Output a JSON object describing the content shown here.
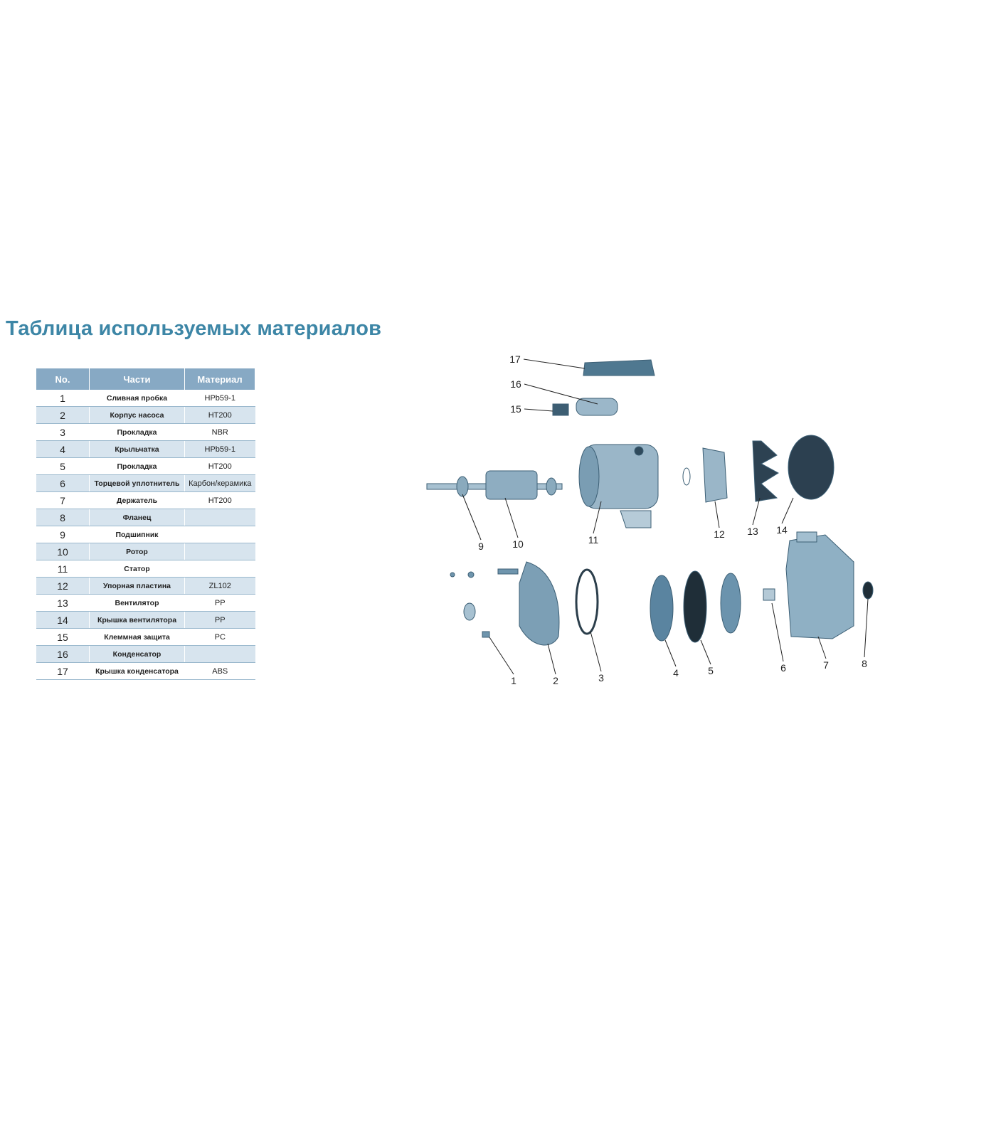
{
  "title": "Таблица используемых материалов",
  "table": {
    "headers": [
      "No.",
      "Части",
      "Материал"
    ],
    "rows": [
      {
        "no": "1",
        "part": "Сливная пробка",
        "material": "HPb59-1"
      },
      {
        "no": "2",
        "part": "Корпус насоса",
        "material": "HT200"
      },
      {
        "no": "3",
        "part": "Прокладка",
        "material": "NBR"
      },
      {
        "no": "4",
        "part": "Крыльчатка",
        "material": "HPb59-1"
      },
      {
        "no": "5",
        "part": "Прокладка",
        "material": "HT200"
      },
      {
        "no": "6",
        "part": "Торцевой уплотнитель",
        "material": "Карбон/керамика"
      },
      {
        "no": "7",
        "part": "Держатель",
        "material": "HT200"
      },
      {
        "no": "8",
        "part": "Фланец",
        "material": ""
      },
      {
        "no": "9",
        "part": "Подшипник",
        "material": ""
      },
      {
        "no": "10",
        "part": "Ротор",
        "material": ""
      },
      {
        "no": "11",
        "part": "Статор",
        "material": ""
      },
      {
        "no": "12",
        "part": "Упорная пластина",
        "material": "ZL102"
      },
      {
        "no": "13",
        "part": "Вентилятор",
        "material": "PP"
      },
      {
        "no": "14",
        "part": "Крышка вентилятора",
        "material": "PP"
      },
      {
        "no": "15",
        "part": "Клеммная защита",
        "material": "PC"
      },
      {
        "no": "16",
        "part": "Конденсатор",
        "material": ""
      },
      {
        "no": "17",
        "part": "Крышка конденсатора",
        "material": "ABS"
      }
    ]
  },
  "diagram": {
    "labels": [
      "1",
      "2",
      "3",
      "4",
      "5",
      "6",
      "7",
      "8",
      "9",
      "10",
      "11",
      "12",
      "13",
      "14",
      "15",
      "16",
      "17"
    ]
  },
  "colors": {
    "title": "#3d86a6",
    "header": "#87a9c4",
    "row_alt": "#d7e4ee",
    "part": "#6f95ad"
  }
}
